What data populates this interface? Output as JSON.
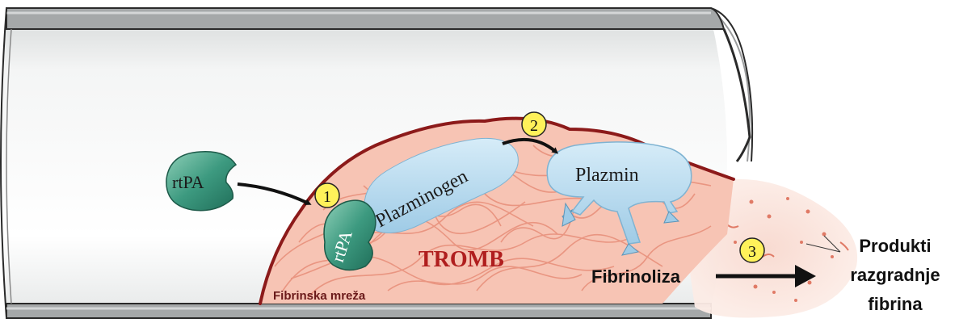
{
  "labels": {
    "rtpa_free": "rtPA",
    "rtpa_bound": "rtPA",
    "plasminogen": "Plazminogen",
    "plasmin": "Plazmin",
    "thrombus": "TROMB",
    "fibrin_mesh": "Fibrinska mreža",
    "fibrinolysis": "Fibrinoliza",
    "products": [
      "Produkti",
      "razgradnje",
      "fibrina"
    ]
  },
  "steps": [
    "1",
    "2",
    "3"
  ],
  "colors": {
    "vessel_lumen": "#e6e8e8",
    "vessel_wall": "#a7aaab",
    "thrombus_fill": "#f7c6b6",
    "thrombus_edge": "#8c1a1a",
    "fibrin_strand": "#e8917c",
    "rtpa": "#2f8a72",
    "plasmin": "#bcdcef",
    "step_badge": "#fff15a",
    "title_red": "#b01e1e"
  }
}
